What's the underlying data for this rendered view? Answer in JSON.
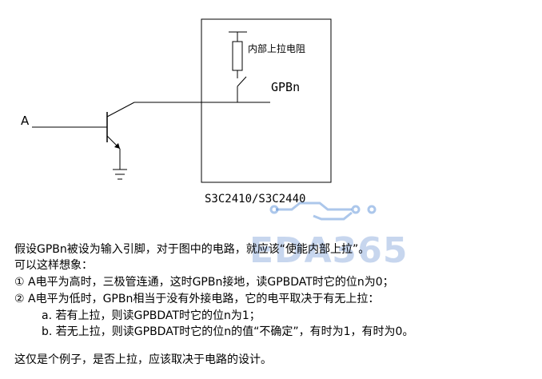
{
  "schematic": {
    "input_label": "A",
    "resistor_label": "内部上拉电阻",
    "pin_label": "GPBn",
    "chip_label": "S3C2410/S3C2440"
  },
  "watermark": {
    "text": "EDA365"
  },
  "text": {
    "line1": "假设GPBn被设为输入引脚，对于图中的电路，就应该“使能内部上拉”。",
    "line2": "可以这样想象：",
    "line3": "① A电平为高时，三极管连通，这时GPBn接地，读GPBDAT时它的位n为0；",
    "line4": "② A电平为低时，GPBn相当于没有外接电路，它的电平取决于有无上拉：",
    "line5": "a.  若有上拉，则读GPBDAT时它的位n为1；",
    "line6": "b.  若无上拉，则读GPBDAT时它的位n的值“不确定”，有时为1，有时为0。",
    "line7": "这仅是个例子，是否上拉，应该取决于电路的设计。"
  }
}
